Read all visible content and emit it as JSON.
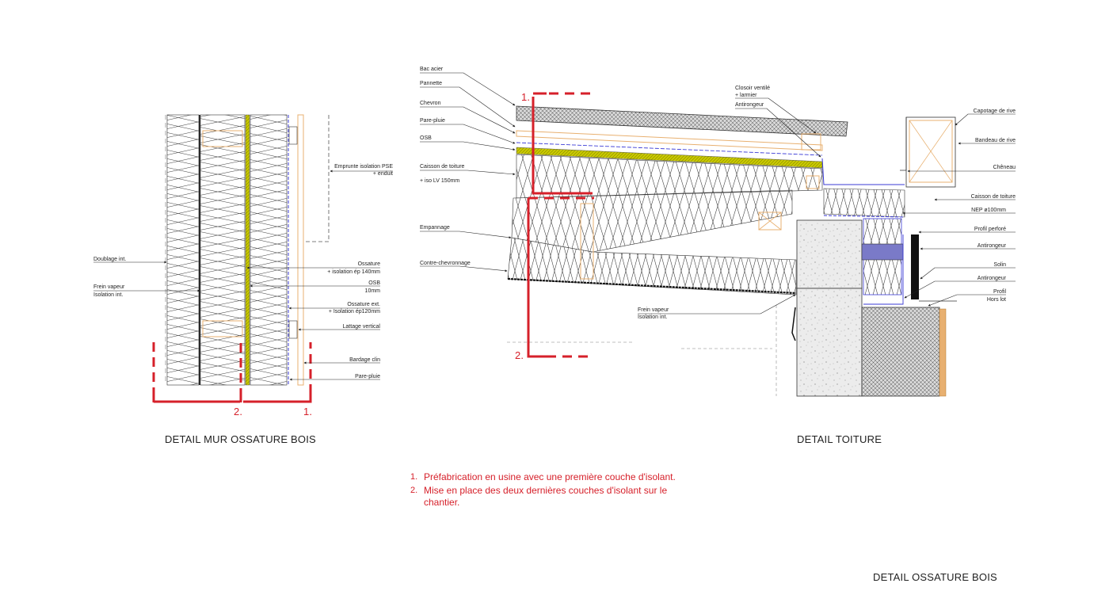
{
  "titles": {
    "wall": "DETAIL MUR OSSATURE BOIS",
    "roof": "DETAIL TOITURE",
    "page": "DETAIL OSSATURE BOIS"
  },
  "wall_labels": {
    "doublage": "Doublage int.",
    "frein_vapeur": "Frein vapeur",
    "isolation_int": "Isolation int.",
    "emprunte_1": "Emprunte isolation PSE",
    "emprunte_2": "+ enduit",
    "ossature_1": "Ossature",
    "ossature_2": "+ isolation ép 140mm",
    "osb_1": "OSB",
    "osb_2": "10mm",
    "ossature_ext_1": "Ossature ext.",
    "ossature_ext_2": "+ Isolation ép120mm",
    "lattage": "Lattage vertical",
    "bardage": "Bardage clin",
    "pare_pluie": "Pare-pluie"
  },
  "roof_labels": {
    "bac_acier": "Bac acier",
    "pannette": "Pannette",
    "chevron": "Chevron",
    "pare_pluie": "Pare-pluie",
    "osb": "OSB",
    "caisson_1": "Caisson de toiture",
    "caisson_2": "+ iso LV 150mm",
    "empannage": "Empannage",
    "contre_chevronnage": "Contre-chevronnage",
    "frein_vapeur": "Frein vapeur",
    "isolation_int": "Isolation int.",
    "closoir_1": "Closoir ventilé",
    "closoir_2": "+ larmier",
    "antirongeur_top": "Antirongeur",
    "capotage": "Capotage de rive",
    "bandeau": "Bandeau de rive",
    "cheneau": "Chêneau",
    "caisson_right": "Caisson de toiture",
    "nep": "NEP ø100mm",
    "profil_perfore": "Profil perforé",
    "antirongeur_1": "Antirongeur",
    "solin": "Solin",
    "antirongeur_2": "Antirongeur",
    "profil_1": "Profil",
    "profil_2": "Hors lot"
  },
  "markers": {
    "wall_2": "2.",
    "wall_1": "1.",
    "roof_1": "1.",
    "roof_2": "2."
  },
  "notes": [
    {
      "num": "1.",
      "text": "Préfabrication en usine avec une première couche d'isolant."
    },
    {
      "num": "2.",
      "text": "Mise en place des deux dernières couches d'isolant sur le chantier."
    }
  ],
  "colors": {
    "red": "#d6202a",
    "osb": "#c8c800",
    "timber": "#e8b070",
    "membrane_blue": "#3b3bd6",
    "line": "#222222"
  }
}
